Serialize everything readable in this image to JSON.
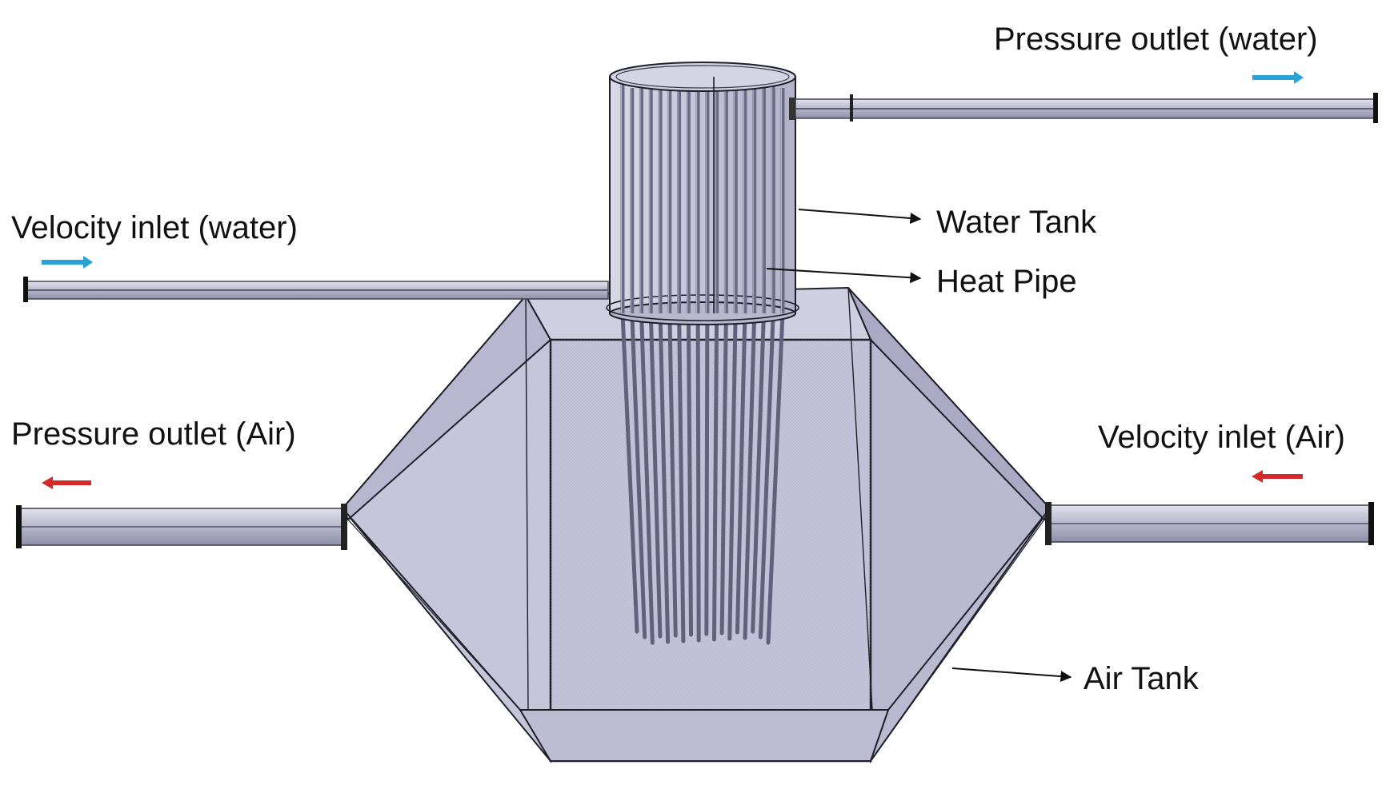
{
  "labels": {
    "pressure_outlet_water": "Pressure outlet (water)",
    "velocity_inlet_water": "Velocity inlet (water)",
    "water_tank": "Water Tank",
    "heat_pipe": "Heat Pipe",
    "pressure_outlet_air": "Pressure outlet (Air)",
    "velocity_inlet_air": "Velocity inlet (Air)",
    "air_tank": "Air Tank"
  },
  "colors": {
    "water_flow_arrow": "#29a3d6",
    "air_flow_arrow": "#d42a2a",
    "tank_fill": "#c9c9dd",
    "tank_dark": "#a9a9c2",
    "outline": "#1f1f2a",
    "pipe_fill": "#b9b9cd",
    "heat_pipe": "#6a6a84"
  },
  "icons": {
    "water_flow": "arrow-right-icon",
    "air_flow": "arrow-left-icon"
  },
  "heat_pipe_count": 18
}
